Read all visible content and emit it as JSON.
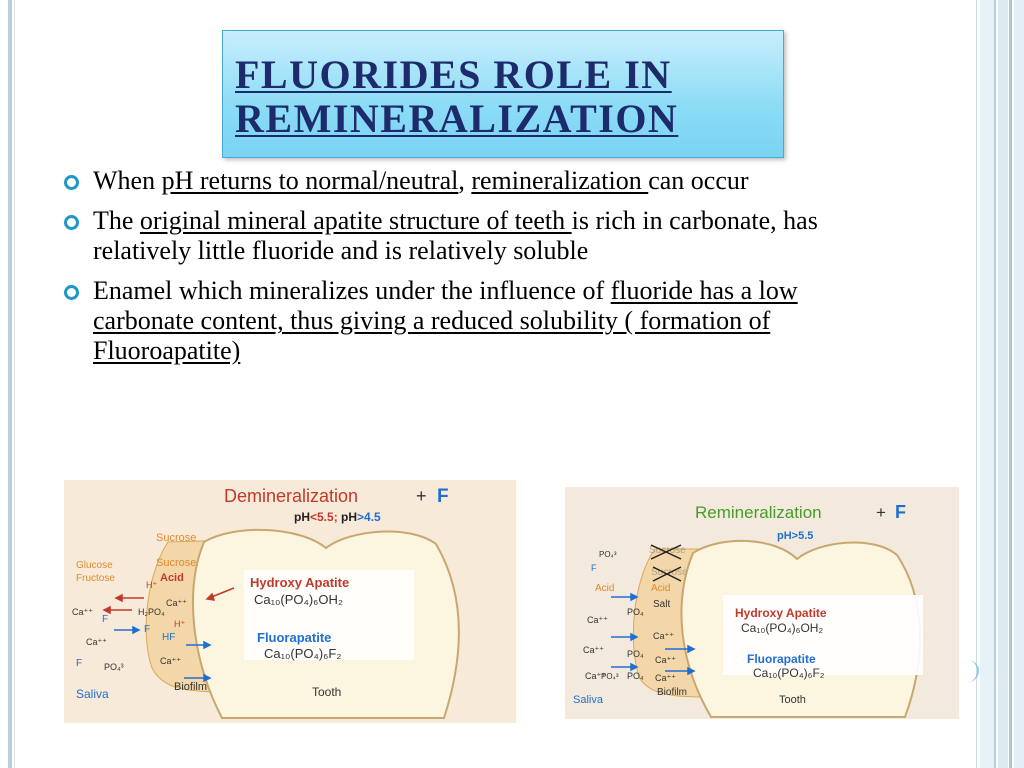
{
  "slide": {
    "title": "FLUORIDES ROLE IN REMINERALIZATION",
    "title_lines": [
      "FLUORIDES ROLE IN",
      "REMINERALIZATION"
    ],
    "bullets": [
      {
        "parts": [
          {
            "text": "When ",
            "underline": false
          },
          {
            "text": "pH returns to normal/neutral",
            "underline": true
          },
          {
            "text": ", ",
            "underline": false
          },
          {
            "text": "remineralization ",
            "underline": true
          },
          {
            "text": "can occur",
            "underline": false
          }
        ]
      },
      {
        "parts": [
          {
            "text": "The ",
            "underline": false
          },
          {
            "text": "original mineral apatite structure of teeth ",
            "underline": true
          },
          {
            "text": "is rich in carbonate, has relatively little fluoride and is relatively soluble",
            "underline": false
          }
        ]
      },
      {
        "parts": [
          {
            "text": "Enamel which mineralizes under the influence of ",
            "underline": false
          },
          {
            "text": "fluoride has a low carbonate content, thus giving a reduced solubility ( formation of Fluoroapatite)",
            "underline": true
          }
        ]
      }
    ]
  },
  "figure_left": {
    "title": "Demineralization",
    "plus": "+",
    "f_label": "F",
    "ph_prefix": "pH",
    "ph_cond1": "<5.5;",
    "ph_prefix2": " pH",
    "ph_cond2": ">4.5",
    "labels": {
      "sucrose1": "Sucrose",
      "sucrose2": "Sucrose",
      "acid": "Acid",
      "glucose": "Glucose",
      "fructose": "Fructose",
      "hplus1": "H⁺",
      "h2po4": "H₂PO₄",
      "ca1": "Ca⁺⁺",
      "ca_left1": "Ca⁺⁺",
      "ca_left2": "Ca⁺⁺",
      "f1": "F",
      "f2": "F",
      "f3": "F",
      "hplus2": "H⁺",
      "hf": "HF",
      "po4": "PO₄³",
      "ca2": "Ca⁺⁺",
      "saliva": "Saliva",
      "biofilm": "Biofilm",
      "tooth": "Tooth",
      "hydroxy": "Hydroxy Apatite",
      "hydroxy_formula": "Ca₁₀(PO₄)₆OH₂",
      "fluorapatite": "Fluorapatite",
      "fluorapatite_formula": "Ca₁₀(PO₄)₆F₂"
    }
  },
  "figure_right": {
    "title": "Remineralization",
    "plus": "+",
    "f_label": "F",
    "ph": "pH>5.5",
    "labels": {
      "sucrose": "Sucrose",
      "sucrose2": "Sucrose",
      "acid": "Acid",
      "acid2": "Acid",
      "salt": "Salt",
      "po4_top": "PO₄³",
      "po4_mid": "PO₄",
      "po4_mid2": "PO₄",
      "po4_low": "PO₄³",
      "po4_low2": "PO₄",
      "ca1": "Ca⁺⁺",
      "ca2": "Ca⁺⁺",
      "ca3": "Ca⁺⁺",
      "ca4": "Ca⁺⁺",
      "ca5": "Ca⁺⁺",
      "ca6": "Ca⁺⁺",
      "f": "F",
      "saliva": "Saliva",
      "biofilm": "Biofilm",
      "tooth": "Tooth",
      "hydroxy": "Hydroxy Apatite",
      "hydroxy_formula": "Ca₁₀(PO₄)₆OH₂",
      "fluorapatite": "Fluorapatite",
      "fluorapatite_formula": "Ca₁₀(PO₄)₆F₂"
    }
  },
  "colors": {
    "title_text": "#1d2a6b",
    "title_bg": "#8cdcf6",
    "bullet": "#1f97c8",
    "demin_title": "#c0392b",
    "remin_title": "#4a9a2a",
    "f_blue": "#1f6fd1",
    "label_red": "#c0392b",
    "label_orange": "#e08a2a",
    "label_blue": "#1f6fd1"
  }
}
